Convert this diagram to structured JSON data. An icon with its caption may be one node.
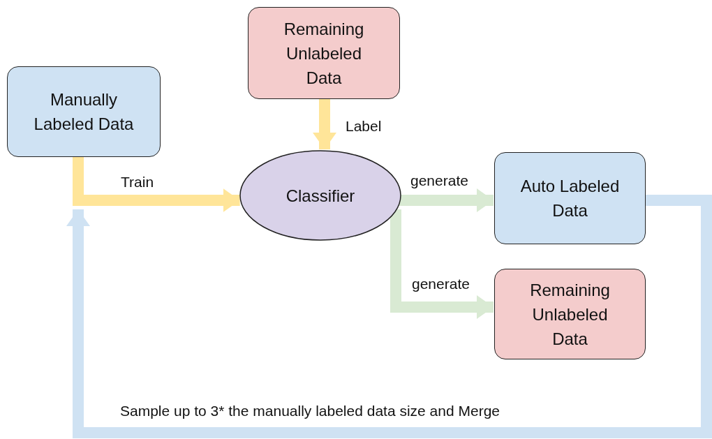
{
  "diagram": {
    "nodes": [
      {
        "text": [
          "Manually Labeled Data"
        ]
      },
      {
        "text": [
          "Remaining Unlabeled Data"
        ]
      },
      {
        "text": [
          "Classifier"
        ]
      },
      {
        "text": [
          "Auto Labeled Data"
        ]
      },
      {
        "text": [
          "Remaining Unlabeled Data"
        ]
      }
    ],
    "edges": [
      {
        "from": 0,
        "to": 2,
        "arrow": "to",
        "label": "Train",
        "color": "#ffe599"
      },
      {
        "from": 1,
        "to": 2,
        "arrow": "to",
        "label": "Label",
        "color": "#ffe599"
      },
      {
        "from": 2,
        "to": 3,
        "arrow": "to",
        "label": "generate",
        "color": "#d9ead3"
      },
      {
        "from": 2,
        "to": 4,
        "arrow": "to",
        "label": "generate",
        "color": "#d9ead3"
      },
      {
        "from": 3,
        "to": null,
        "arrow": "to",
        "label": "Sample up to 3* the manually labeled data size and Merge",
        "color": "#cfe2f3"
      }
    ]
  }
}
